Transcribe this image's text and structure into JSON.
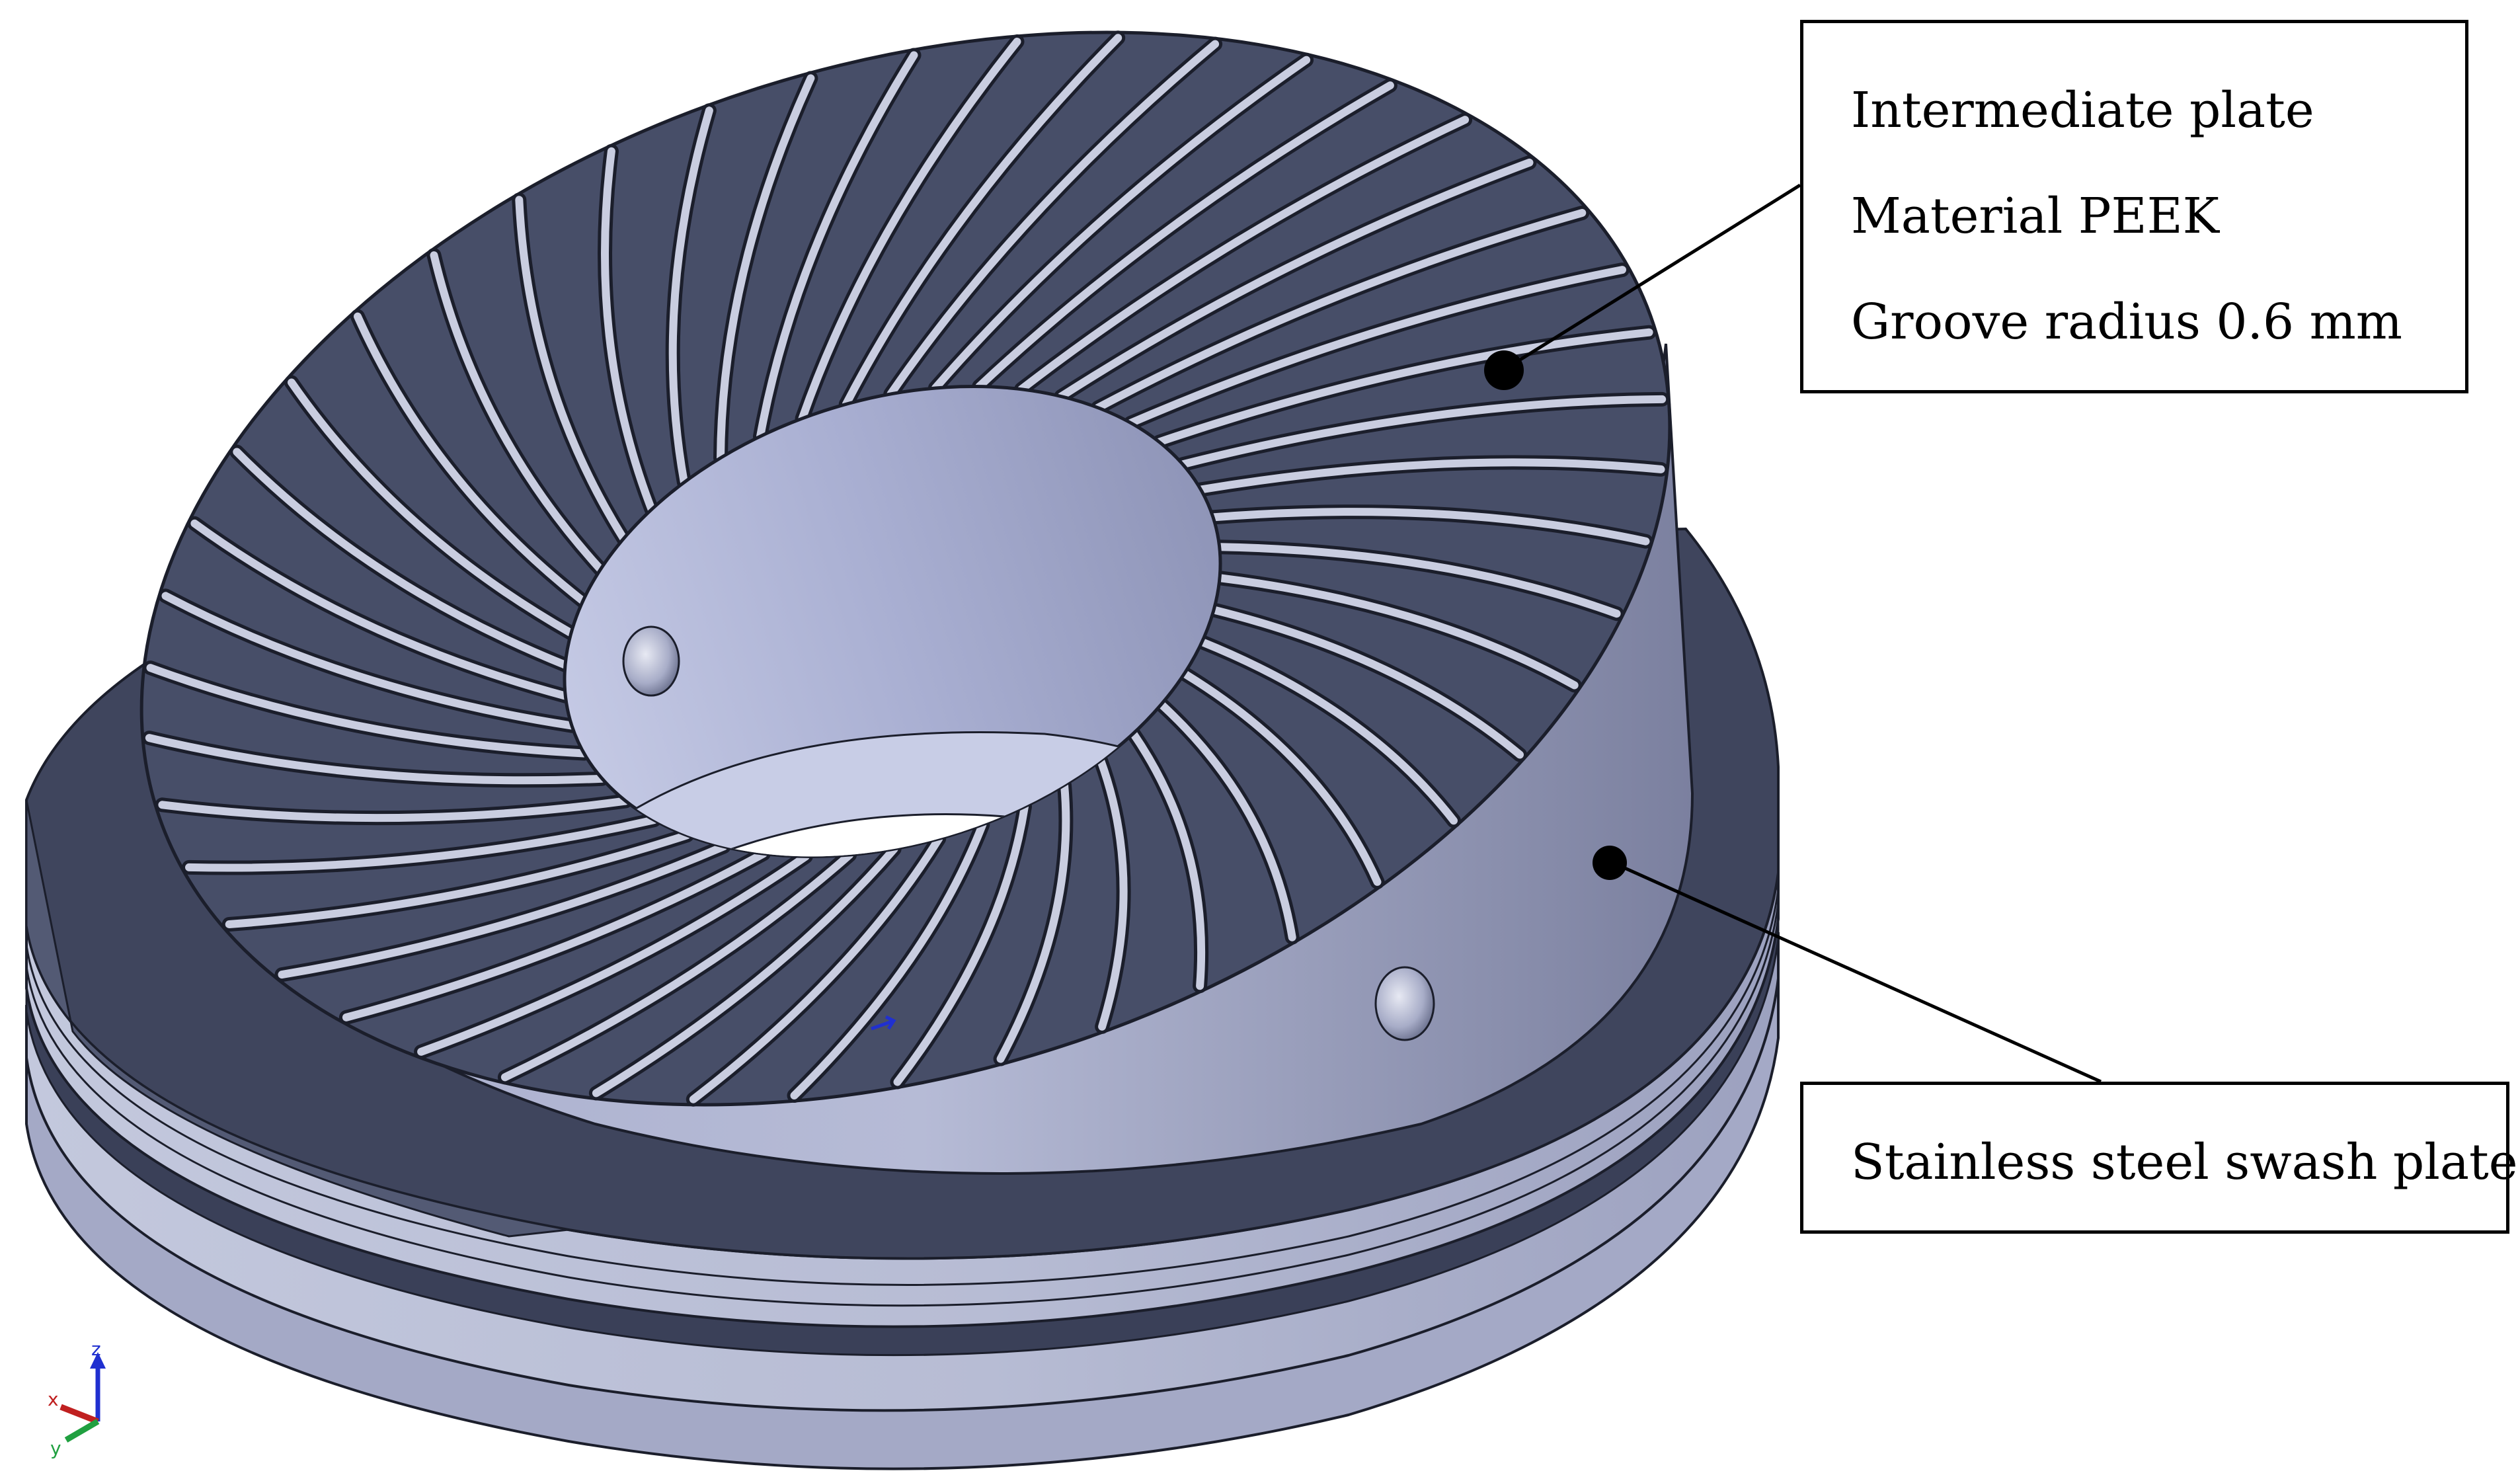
{
  "callouts": {
    "intermediate_plate": {
      "lines": [
        "Intermediate plate",
        "Material PEEK",
        "Groove radius 0.6 mm"
      ]
    },
    "swash_plate": {
      "lines": [
        "Stainless steel swash plate"
      ]
    }
  },
  "triad": {
    "z_label": "z",
    "x_label": "x",
    "y_label": "y"
  },
  "colors": {
    "body_light": "#b4b9d2",
    "body_mid": "#8d92b0",
    "body_dark": "#3f455d",
    "groove_face": "#474e68",
    "groove_highlight": "#c9cde0",
    "bore": "#a7aed0",
    "edge": "#1b1e2b"
  },
  "geometry_facts": {
    "groove_count": 46
  }
}
